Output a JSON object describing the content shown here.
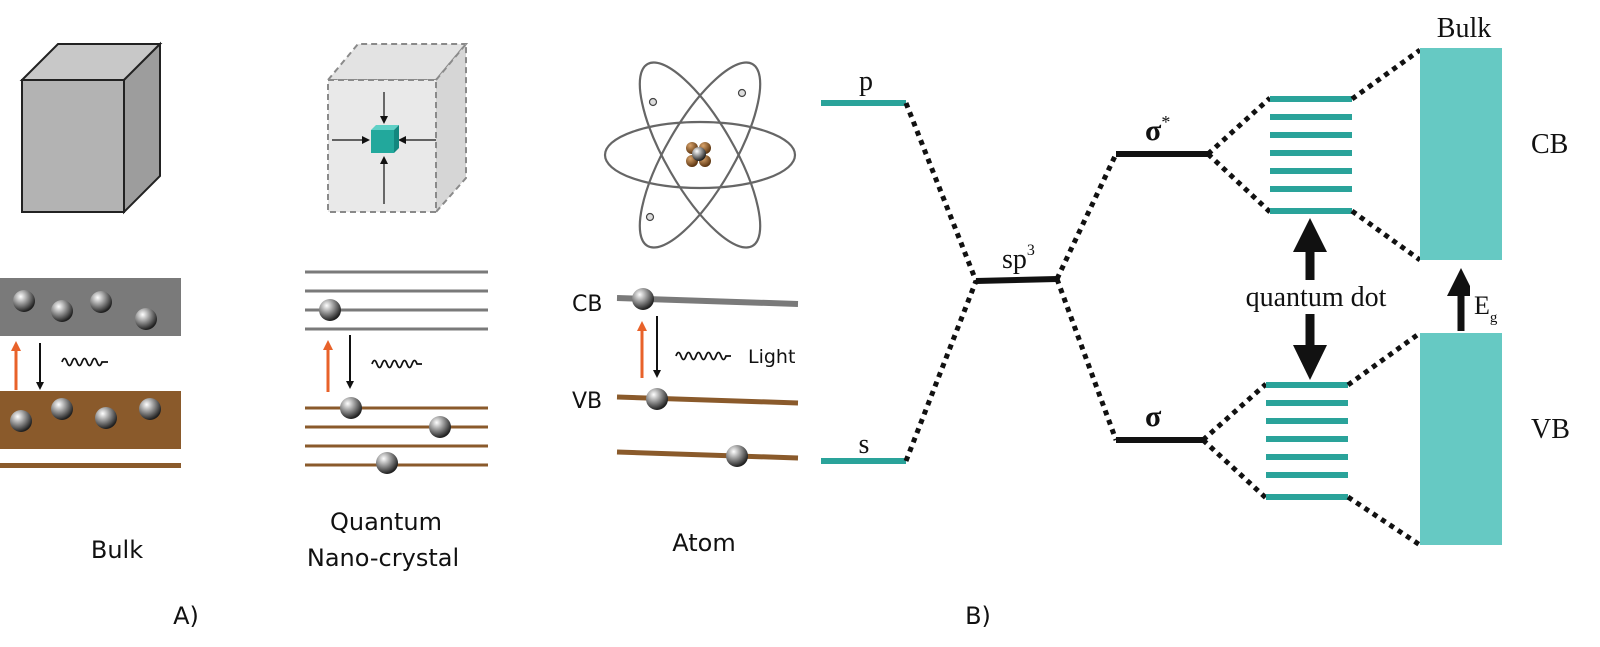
{
  "panel_a": {
    "bulk": {
      "label": "Bulk"
    },
    "nanocrystal": {
      "label_line1": "Quantum",
      "label_line2": "Nano-crystal"
    },
    "atom": {
      "label": "Atom",
      "cb_label": "CB",
      "vb_label": "VB",
      "light_label": "Light"
    },
    "panel_label": "A)"
  },
  "panel_b": {
    "p_label": "p",
    "s_label": "s",
    "sp3_base": "sp",
    "sp3_sup": "3",
    "sigma_star_base": "σ",
    "sigma_star_sup": "*",
    "sigma_label": "σ",
    "quantum_dot_label": "quantum dot",
    "bulk_label": "Bulk",
    "cb_label": "CB",
    "vb_label": "VB",
    "eg_base": "E",
    "eg_sub": "g",
    "panel_label": "B)"
  },
  "colors": {
    "teal": "#2aa39a",
    "teal_light": "#66c9c3",
    "brown": "#8a5a2b",
    "gray_band": "#7a7a7a",
    "orange": "#e8622a",
    "black": "#111111"
  }
}
